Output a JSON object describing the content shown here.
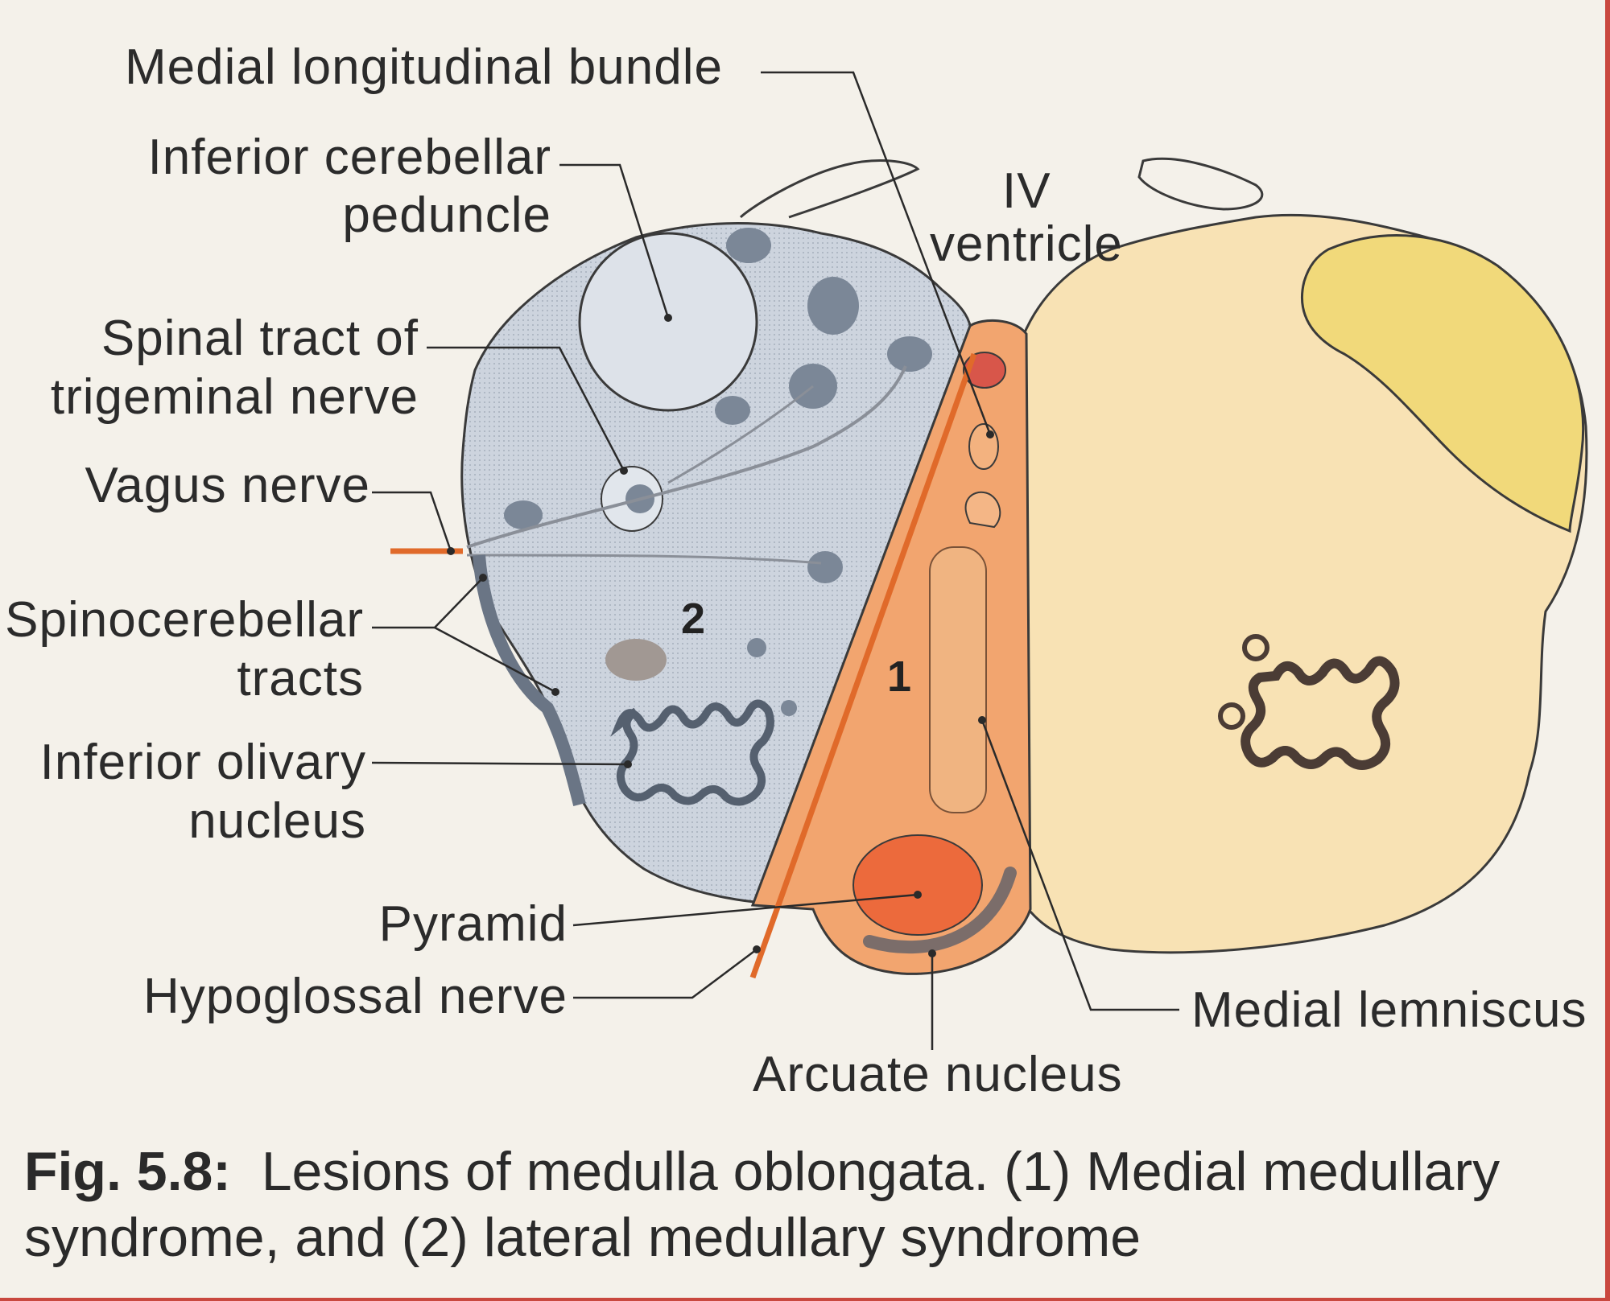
{
  "labels": {
    "mlb": "Medial longitudinal bundle",
    "icp1": "Inferior cerebellar",
    "icp2": "peduncle",
    "iv1": "IV",
    "iv2": "ventricle",
    "stn1": "Spinal tract of",
    "stn2": "trigeminal nerve",
    "vagus": "Vagus nerve",
    "sc1": "Spinocerebellar",
    "sc2": "tracts",
    "ion1": "Inferior olivary",
    "ion2": "nucleus",
    "pyramid": "Pyramid",
    "hypo": "Hypoglossal nerve",
    "ml": "Medial lemniscus",
    "arcuate": "Arcuate nucleus"
  },
  "zones": {
    "medial": "1",
    "lateral": "2"
  },
  "caption": {
    "figno": "Fig. 5.8:",
    "line1": "Lesions of medulla oblongata. (1) Medial medullary",
    "line2": "syndrome, and (2) lateral medullary syndrome"
  },
  "colors": {
    "lateral_zone": "#c8d0da",
    "medial_zone": "#f2a56f",
    "right_half": "#f8e2b4",
    "icp_right": "#f1d97a",
    "nerve": "#e06a2a",
    "pyramid": "#ec6a3c",
    "nuclei": "#7b8797"
  }
}
